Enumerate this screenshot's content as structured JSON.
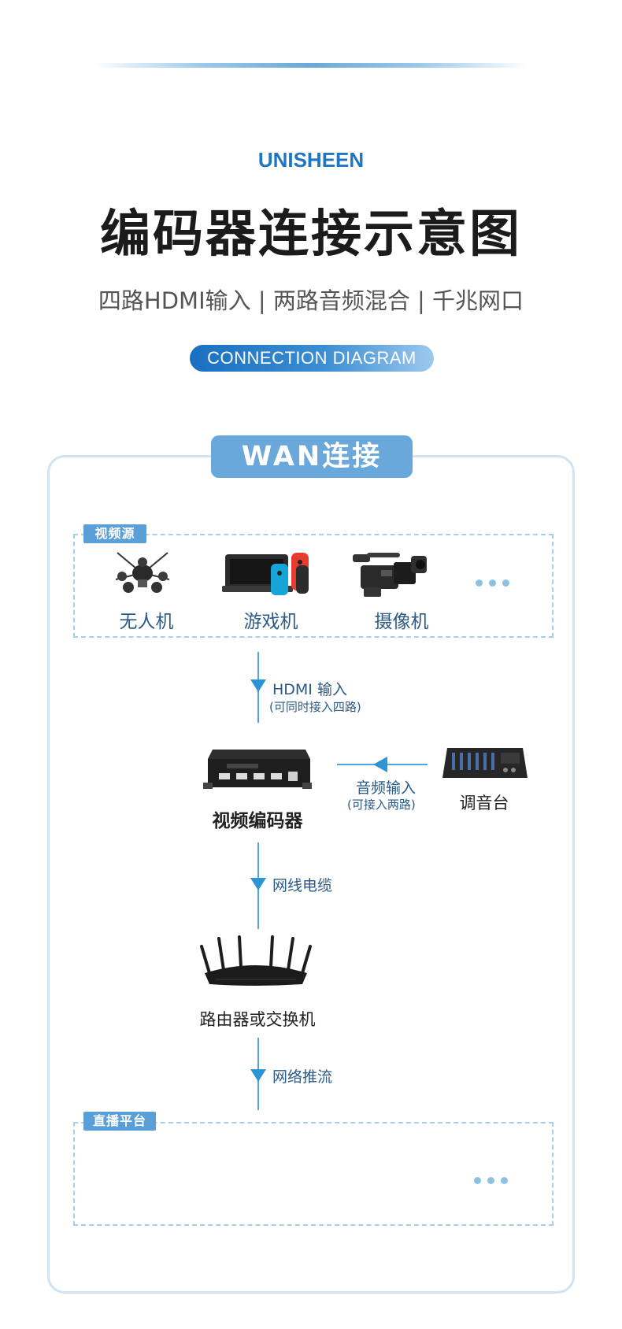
{
  "brand": "UNISHEEN",
  "title": "编码器连接示意图",
  "subtitle": "四路HDMI输入 | 两路音频混合 | 千兆网口",
  "section_pill": "CONNECTION DIAGRAM",
  "wan_title": "WAN连接",
  "video_source": {
    "tag": "视频源",
    "items": [
      "无人机",
      "游戏机",
      "摄像机"
    ]
  },
  "flow": {
    "hdmi_label": "HDMI 输入",
    "hdmi_sub": "(可同时接入四路)",
    "encoder_label": "视频编码器",
    "audio_label": "音频输入",
    "audio_sub": "(可接入两路)",
    "mixer_label": "调音台",
    "cable_label": "网线电缆",
    "router_label": "路由器或交换机",
    "stream_label": "网络推流"
  },
  "platform": {
    "tag": "直播平台"
  },
  "colors": {
    "accent": "#1f76c2",
    "wan_bg": "#6aa7db",
    "arrow": "#2b95d6",
    "label": "#2b5a86"
  }
}
